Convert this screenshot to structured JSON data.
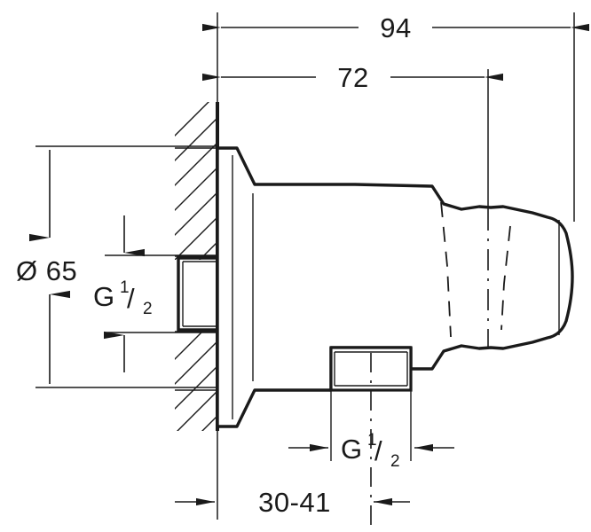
{
  "drawing": {
    "type": "technical-engineering-drawing",
    "subject": "wall union / shower outlet elbow cross-section",
    "line_color": "#1a1a1a",
    "background_color": "#ffffff",
    "units": "mm",
    "dimensions": {
      "overall_length": {
        "label": "94",
        "position": "top",
        "value": 94
      },
      "body_length": {
        "label": "72",
        "position": "top",
        "value": 72
      },
      "flange_diameter": {
        "label": "Ø 65",
        "symbol": "Ø",
        "number": "65",
        "position": "left",
        "value": 65
      },
      "wall_thickness": {
        "label": "30-41",
        "position": "bottom",
        "value_min": 30,
        "value_max": 41
      },
      "inlet_thread": {
        "prefix": "G",
        "numerator": "1",
        "slash": "/",
        "denominator": "2",
        "label": "G 1/2",
        "position": "left-center"
      },
      "outlet_thread": {
        "prefix": "G",
        "numerator": "1",
        "slash": "/",
        "denominator": "2",
        "label": "G 1/2",
        "position": "bottom-center"
      }
    }
  }
}
